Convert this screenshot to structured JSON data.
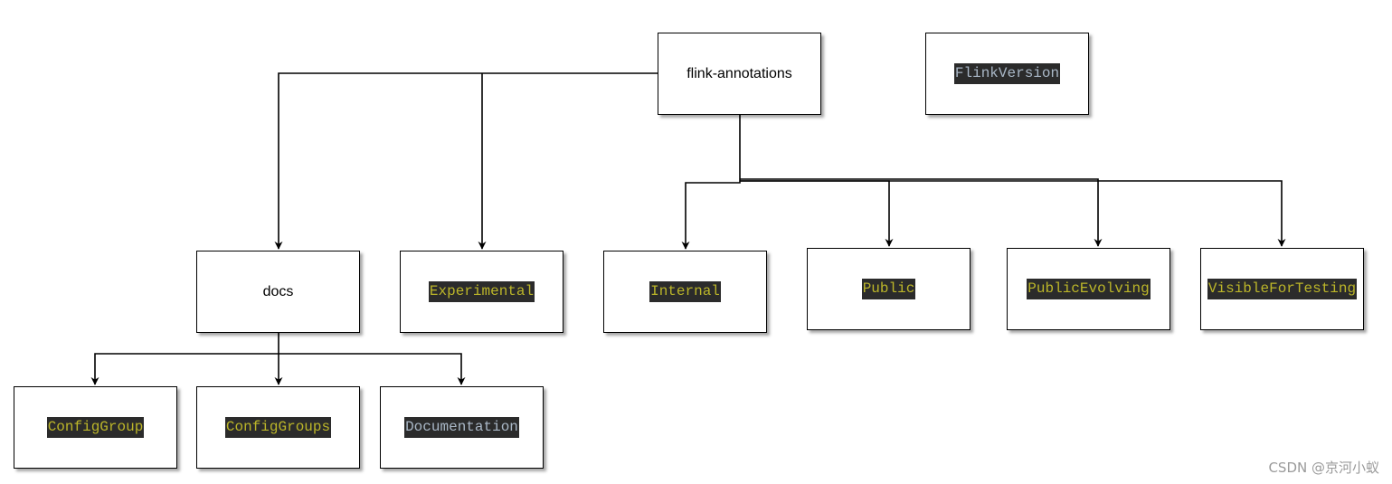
{
  "nodes": {
    "root": "flink-annotations",
    "flink_version": "FlinkVersion",
    "docs": "docs",
    "experimental": "Experimental",
    "internal": "Internal",
    "public": "Public",
    "public_evolving": "PublicEvolving",
    "visible_for_testing": "VisibleForTesting",
    "config_group": "ConfigGroup",
    "config_groups": "ConfigGroups",
    "documentation": "Documentation"
  },
  "watermark": "CSDN @京河小蚁",
  "colors": {
    "code_background": "#2b2b2b",
    "annotation_text": "#bbb529",
    "class_text": "#a9b7c6",
    "edge": "#000000"
  }
}
